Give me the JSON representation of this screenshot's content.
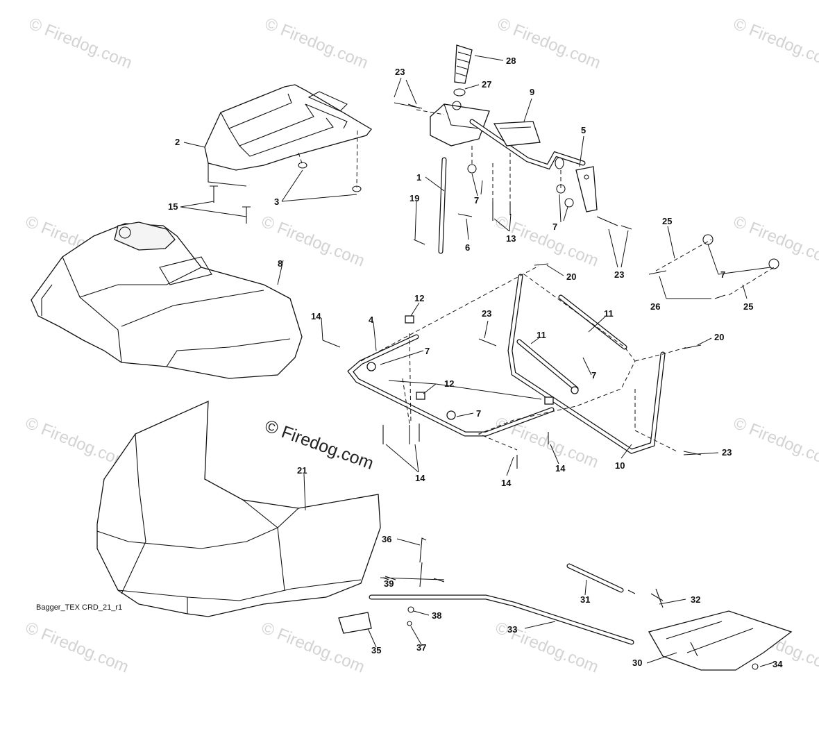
{
  "watermark": {
    "text": "© Firedog.com",
    "center_text": "© Firedog.com"
  },
  "caption": "Bagger_TEX CRD_21_r1",
  "labels": {
    "l28": "28",
    "l27": "27",
    "l23a": "23",
    "l9": "9",
    "l2": "2",
    "l5": "5",
    "l1": "1",
    "l7a": "7",
    "l15": "15",
    "l3": "3",
    "l19": "19",
    "l7b": "7",
    "l13": "13",
    "l6": "6",
    "l25a": "25",
    "l8": "8",
    "l23b": "23",
    "l7c": "7",
    "l20a": "20",
    "l26": "26",
    "l25b": "25",
    "l12a": "12",
    "l14a": "14",
    "l4": "4",
    "l23c": "23",
    "l11a": "11",
    "l11b": "11",
    "l7d": "7",
    "l20b": "20",
    "l12b": "12",
    "l7e": "7",
    "l7f": "7",
    "l14b": "14",
    "l14c": "14",
    "l14d": "14",
    "l10": "10",
    "l23d": "23",
    "l21": "21",
    "l36": "36",
    "l39": "39",
    "l31": "31",
    "l32": "32",
    "l38": "38",
    "l33": "33",
    "l35": "35",
    "l37": "37",
    "l30": "30",
    "l34": "34"
  }
}
